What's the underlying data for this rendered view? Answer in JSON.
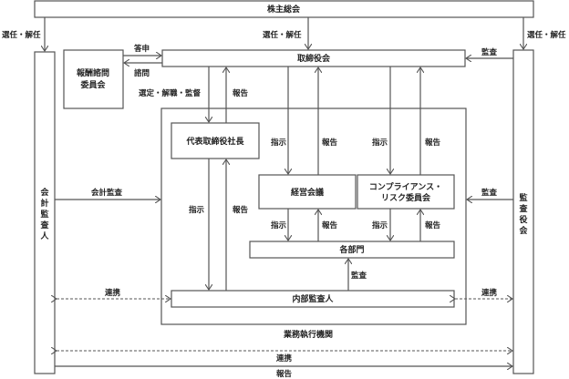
{
  "title": "コーポレート・ガバナンス体制図",
  "colors": {
    "line": "#555555",
    "text": "#222222",
    "background": "#ffffff"
  },
  "nodes": {
    "shareholders": "株主総会",
    "board": "取締役会",
    "compensation_committee": [
      "報酬諮問",
      "委員会"
    ],
    "accounting_auditor": [
      "会",
      "計",
      "監",
      "査",
      "人"
    ],
    "audit_board": [
      "監",
      "査",
      "役",
      "会"
    ],
    "ceo": "代表取締役社長",
    "management_meeting": "経営会議",
    "compliance_committee": [
      "コンプライアンス・",
      "リスク委員会"
    ],
    "departments": "各部門",
    "internal_auditor": "内部監査人",
    "execution_body": "業務執行機関"
  },
  "labels": {
    "elect_dismiss_left": "選任・解任",
    "elect_dismiss_center": "選任・解任",
    "elect_dismiss_right": "選任・解任",
    "report_to_committee": "答申",
    "consult": "諮問",
    "appoint_supervise": "選定・解職・監督",
    "ceo_report": "報告",
    "audit_board_audit": "監査",
    "board_instruct_mm": "指示",
    "mm_report_board": "報告",
    "board_instruct_cc": "指示",
    "cc_report_board": "報告",
    "accounting_audit": "会計監査",
    "audit_board_audit_exec": "監査",
    "ceo_instruct": "指示",
    "ceo_report_up": "報告",
    "mm_instruct": "指示",
    "mm_report": "報告",
    "cc_instruct": "指示",
    "cc_report": "報告",
    "internal_audit": "監査",
    "coop_left": "連携",
    "coop_right": "連携",
    "coop_bottom": "連携",
    "report_bottom": "報告"
  }
}
